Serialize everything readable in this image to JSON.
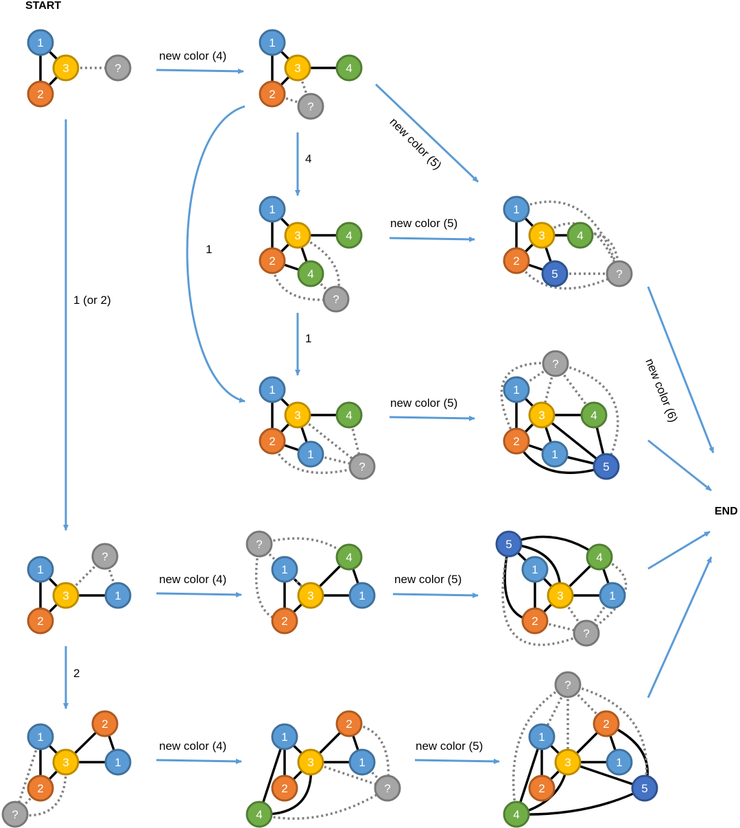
{
  "start_label": "START",
  "end_label": "END",
  "colors": {
    "arrow": "#5b9bd5",
    "blue": [
      "#5b9bd5",
      "#41719c"
    ],
    "orange": [
      "#ed7d31",
      "#ae5a21"
    ],
    "yellow": [
      "#ffc000",
      "#bc8c00"
    ],
    "gray": [
      "#a5a5a5",
      "#787878"
    ],
    "green": [
      "#70ad47",
      "#507e32"
    ],
    "darkblue": [
      "#4472c4",
      "#2f528f"
    ]
  },
  "arrows": [
    {
      "label": "new color (4)"
    },
    {
      "label": "new color (5)"
    },
    {
      "label": "4"
    },
    {
      "label": "1"
    },
    {
      "label": "new color (5)"
    },
    {
      "label": "1"
    },
    {
      "label": "new color (5)"
    },
    {
      "label": "new color (6)"
    },
    {
      "label": ""
    },
    {
      "label": "1 (or 2)"
    },
    {
      "label": "new color (4)"
    },
    {
      "label": "new color (5)"
    },
    {
      "label": ""
    },
    {
      "label": "2"
    },
    {
      "label": "new color (4)"
    },
    {
      "label": "new color (5)"
    },
    {
      "label": ""
    }
  ],
  "graphs": [
    {
      "nodes": [
        [
          "1",
          "blue"
        ],
        [
          "3",
          "yellow"
        ],
        [
          "2",
          "orange"
        ],
        [
          "?",
          "gray"
        ]
      ],
      "edges": [
        [
          0,
          2,
          "s"
        ],
        [
          0,
          1,
          "s"
        ],
        [
          1,
          2,
          "s"
        ],
        [
          1,
          3,
          "d"
        ]
      ]
    },
    {
      "nodes": [
        [
          "1",
          "blue"
        ],
        [
          "3",
          "yellow"
        ],
        [
          "2",
          "orange"
        ],
        [
          "4",
          "green"
        ],
        [
          "?",
          "gray"
        ]
      ],
      "edges": [
        [
          0,
          2,
          "s"
        ],
        [
          0,
          1,
          "s"
        ],
        [
          1,
          2,
          "s"
        ],
        [
          1,
          3,
          "s"
        ],
        [
          1,
          4,
          "d"
        ],
        [
          2,
          4,
          "d"
        ]
      ]
    },
    {
      "nodes": [
        [
          "1",
          "blue"
        ],
        [
          "3",
          "yellow"
        ],
        [
          "2",
          "orange"
        ],
        [
          "4",
          "green"
        ],
        [
          "4",
          "green"
        ],
        [
          "?",
          "gray"
        ]
      ],
      "edges": [
        [
          0,
          2,
          "s"
        ],
        [
          0,
          1,
          "s"
        ],
        [
          1,
          2,
          "s"
        ],
        [
          1,
          3,
          "s"
        ],
        [
          1,
          4,
          "s"
        ],
        [
          2,
          4,
          "s"
        ],
        [
          1,
          5,
          "d"
        ],
        [
          4,
          5,
          "d"
        ],
        [
          2,
          5,
          "d"
        ]
      ]
    },
    {
      "nodes": [
        [
          "1",
          "blue"
        ],
        [
          "3",
          "yellow"
        ],
        [
          "2",
          "orange"
        ],
        [
          "4",
          "green"
        ],
        [
          "5",
          "darkblue"
        ],
        [
          "?",
          "gray"
        ]
      ],
      "edges": [
        [
          0,
          2,
          "s"
        ],
        [
          0,
          1,
          "s"
        ],
        [
          1,
          2,
          "s"
        ],
        [
          1,
          3,
          "s"
        ],
        [
          1,
          4,
          "s"
        ],
        [
          2,
          4,
          "s"
        ],
        [
          4,
          5,
          "d"
        ],
        [
          3,
          5,
          "d"
        ],
        [
          0,
          5,
          "d"
        ],
        [
          1,
          5,
          "d"
        ],
        [
          2,
          5,
          "d"
        ]
      ]
    },
    {
      "nodes": [
        [
          "1",
          "blue"
        ],
        [
          "3",
          "yellow"
        ],
        [
          "2",
          "orange"
        ],
        [
          "4",
          "green"
        ],
        [
          "1",
          "blue"
        ],
        [
          "?",
          "gray"
        ]
      ],
      "edges": [
        [
          0,
          2,
          "s"
        ],
        [
          0,
          1,
          "s"
        ],
        [
          1,
          2,
          "s"
        ],
        [
          1,
          3,
          "s"
        ],
        [
          1,
          4,
          "s"
        ],
        [
          2,
          4,
          "s"
        ],
        [
          1,
          5,
          "d"
        ],
        [
          3,
          5,
          "d"
        ],
        [
          4,
          5,
          "d"
        ],
        [
          2,
          5,
          "d"
        ]
      ]
    },
    {
      "nodes": [
        [
          "?",
          "gray"
        ],
        [
          "1",
          "blue"
        ],
        [
          "3",
          "yellow"
        ],
        [
          "4",
          "green"
        ],
        [
          "2",
          "orange"
        ],
        [
          "1",
          "blue"
        ],
        [
          "5",
          "darkblue"
        ]
      ],
      "edges": [
        [
          1,
          4,
          "s"
        ],
        [
          1,
          2,
          "s"
        ],
        [
          2,
          4,
          "s"
        ],
        [
          2,
          3,
          "s"
        ],
        [
          2,
          5,
          "s"
        ],
        [
          2,
          6,
          "s"
        ],
        [
          3,
          6,
          "s"
        ],
        [
          4,
          5,
          "s"
        ],
        [
          5,
          6,
          "s"
        ],
        [
          4,
          6,
          "s"
        ],
        [
          0,
          1,
          "d"
        ],
        [
          0,
          2,
          "d"
        ],
        [
          0,
          3,
          "d"
        ],
        [
          0,
          4,
          "d"
        ],
        [
          0,
          6,
          "d"
        ]
      ]
    },
    {
      "nodes": [
        [
          "1",
          "blue"
        ],
        [
          "3",
          "yellow"
        ],
        [
          "2",
          "orange"
        ],
        [
          "?",
          "gray"
        ],
        [
          "1",
          "blue"
        ]
      ],
      "edges": [
        [
          0,
          2,
          "s"
        ],
        [
          0,
          1,
          "s"
        ],
        [
          1,
          2,
          "s"
        ],
        [
          1,
          4,
          "s"
        ],
        [
          1,
          3,
          "d"
        ],
        [
          3,
          4,
          "d"
        ]
      ]
    },
    {
      "nodes": [
        [
          "?",
          "gray"
        ],
        [
          "4",
          "green"
        ],
        [
          "1",
          "blue"
        ],
        [
          "3",
          "yellow"
        ],
        [
          "1",
          "blue"
        ],
        [
          "2",
          "orange"
        ]
      ],
      "edges": [
        [
          2,
          5,
          "s"
        ],
        [
          2,
          3,
          "s"
        ],
        [
          3,
          5,
          "s"
        ],
        [
          3,
          1,
          "s"
        ],
        [
          3,
          4,
          "s"
        ],
        [
          1,
          4,
          "s"
        ],
        [
          0,
          3,
          "d"
        ],
        [
          0,
          1,
          "d"
        ],
        [
          0,
          5,
          "d"
        ]
      ]
    },
    {
      "nodes": [
        [
          "5",
          "darkblue"
        ],
        [
          "4",
          "green"
        ],
        [
          "1",
          "blue"
        ],
        [
          "3",
          "yellow"
        ],
        [
          "1",
          "blue"
        ],
        [
          "2",
          "orange"
        ],
        [
          "?",
          "gray"
        ]
      ],
      "edges": [
        [
          2,
          5,
          "s"
        ],
        [
          2,
          3,
          "s"
        ],
        [
          3,
          5,
          "s"
        ],
        [
          3,
          1,
          "s"
        ],
        [
          3,
          4,
          "s"
        ],
        [
          1,
          4,
          "s"
        ],
        [
          0,
          1,
          "s"
        ],
        [
          0,
          2,
          "s"
        ],
        [
          0,
          3,
          "s"
        ],
        [
          0,
          5,
          "s"
        ],
        [
          3,
          6,
          "d"
        ],
        [
          5,
          6,
          "d"
        ],
        [
          4,
          6,
          "d"
        ],
        [
          1,
          6,
          "d"
        ],
        [
          0,
          6,
          "d"
        ]
      ]
    },
    {
      "nodes": [
        [
          "1",
          "blue"
        ],
        [
          "3",
          "yellow"
        ],
        [
          "2",
          "orange"
        ],
        [
          "2",
          "orange"
        ],
        [
          "1",
          "blue"
        ],
        [
          "?",
          "gray"
        ]
      ],
      "edges": [
        [
          0,
          2,
          "s"
        ],
        [
          0,
          1,
          "s"
        ],
        [
          1,
          2,
          "s"
        ],
        [
          1,
          3,
          "s"
        ],
        [
          1,
          4,
          "s"
        ],
        [
          3,
          4,
          "s"
        ],
        [
          0,
          5,
          "d"
        ],
        [
          2,
          5,
          "d"
        ],
        [
          1,
          5,
          "d"
        ]
      ]
    },
    {
      "nodes": [
        [
          "1",
          "blue"
        ],
        [
          "2",
          "orange"
        ],
        [
          "3",
          "yellow"
        ],
        [
          "1",
          "blue"
        ],
        [
          "2",
          "orange"
        ],
        [
          "4",
          "green"
        ],
        [
          "?",
          "gray"
        ]
      ],
      "edges": [
        [
          0,
          4,
          "s"
        ],
        [
          0,
          2,
          "s"
        ],
        [
          2,
          4,
          "s"
        ],
        [
          2,
          1,
          "s"
        ],
        [
          2,
          3,
          "s"
        ],
        [
          1,
          3,
          "s"
        ],
        [
          0,
          5,
          "s"
        ],
        [
          5,
          2,
          "s"
        ],
        [
          2,
          6,
          "d"
        ],
        [
          3,
          6,
          "d"
        ],
        [
          1,
          6,
          "d"
        ],
        [
          5,
          6,
          "d"
        ]
      ]
    },
    {
      "nodes": [
        [
          "?",
          "gray"
        ],
        [
          "2",
          "orange"
        ],
        [
          "1",
          "blue"
        ],
        [
          "3",
          "yellow"
        ],
        [
          "1",
          "blue"
        ],
        [
          "2",
          "orange"
        ],
        [
          "5",
          "darkblue"
        ],
        [
          "4",
          "green"
        ]
      ],
      "edges": [
        [
          2,
          5,
          "s"
        ],
        [
          2,
          3,
          "s"
        ],
        [
          3,
          5,
          "s"
        ],
        [
          3,
          1,
          "s"
        ],
        [
          3,
          4,
          "s"
        ],
        [
          1,
          4,
          "s"
        ],
        [
          3,
          6,
          "s"
        ],
        [
          1,
          6,
          "s"
        ],
        [
          2,
          7,
          "s"
        ],
        [
          7,
          3,
          "s"
        ],
        [
          7,
          6,
          "s"
        ],
        [
          0,
          2,
          "d"
        ],
        [
          0,
          3,
          "d"
        ],
        [
          0,
          1,
          "d"
        ],
        [
          0,
          7,
          "d"
        ],
        [
          0,
          6,
          "d"
        ]
      ]
    }
  ]
}
